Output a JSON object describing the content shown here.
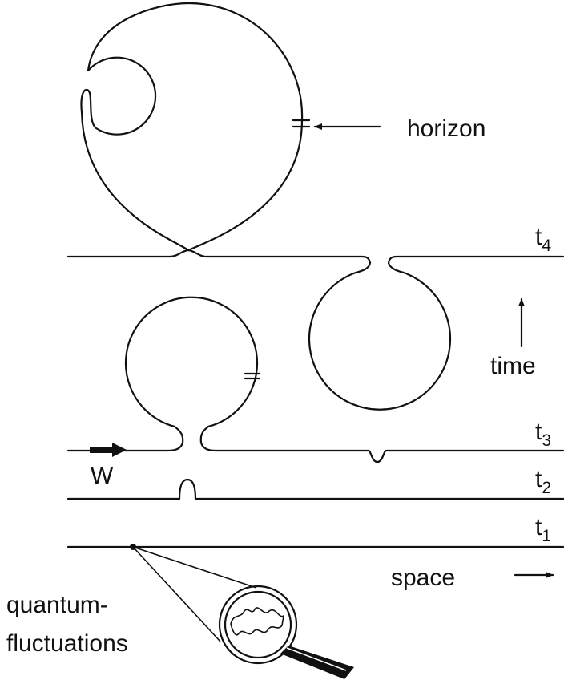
{
  "labels": {
    "horizon": "horizon",
    "time": "time",
    "space": "space",
    "w": "W",
    "quantum_line1": "quantum-",
    "quantum_line2": "fluctuations"
  },
  "time_slices": [
    {
      "base": "t",
      "sub": "1"
    },
    {
      "base": "t",
      "sub": "2"
    },
    {
      "base": "t",
      "sub": "3"
    },
    {
      "base": "t",
      "sub": "4"
    }
  ],
  "colors": {
    "ink": "#111111",
    "background": "#ffffff"
  },
  "icons": {
    "magnifier": "magnifying-glass-icon",
    "arrow_right": "arrow-right-icon",
    "arrow_up": "arrow-up-icon"
  }
}
